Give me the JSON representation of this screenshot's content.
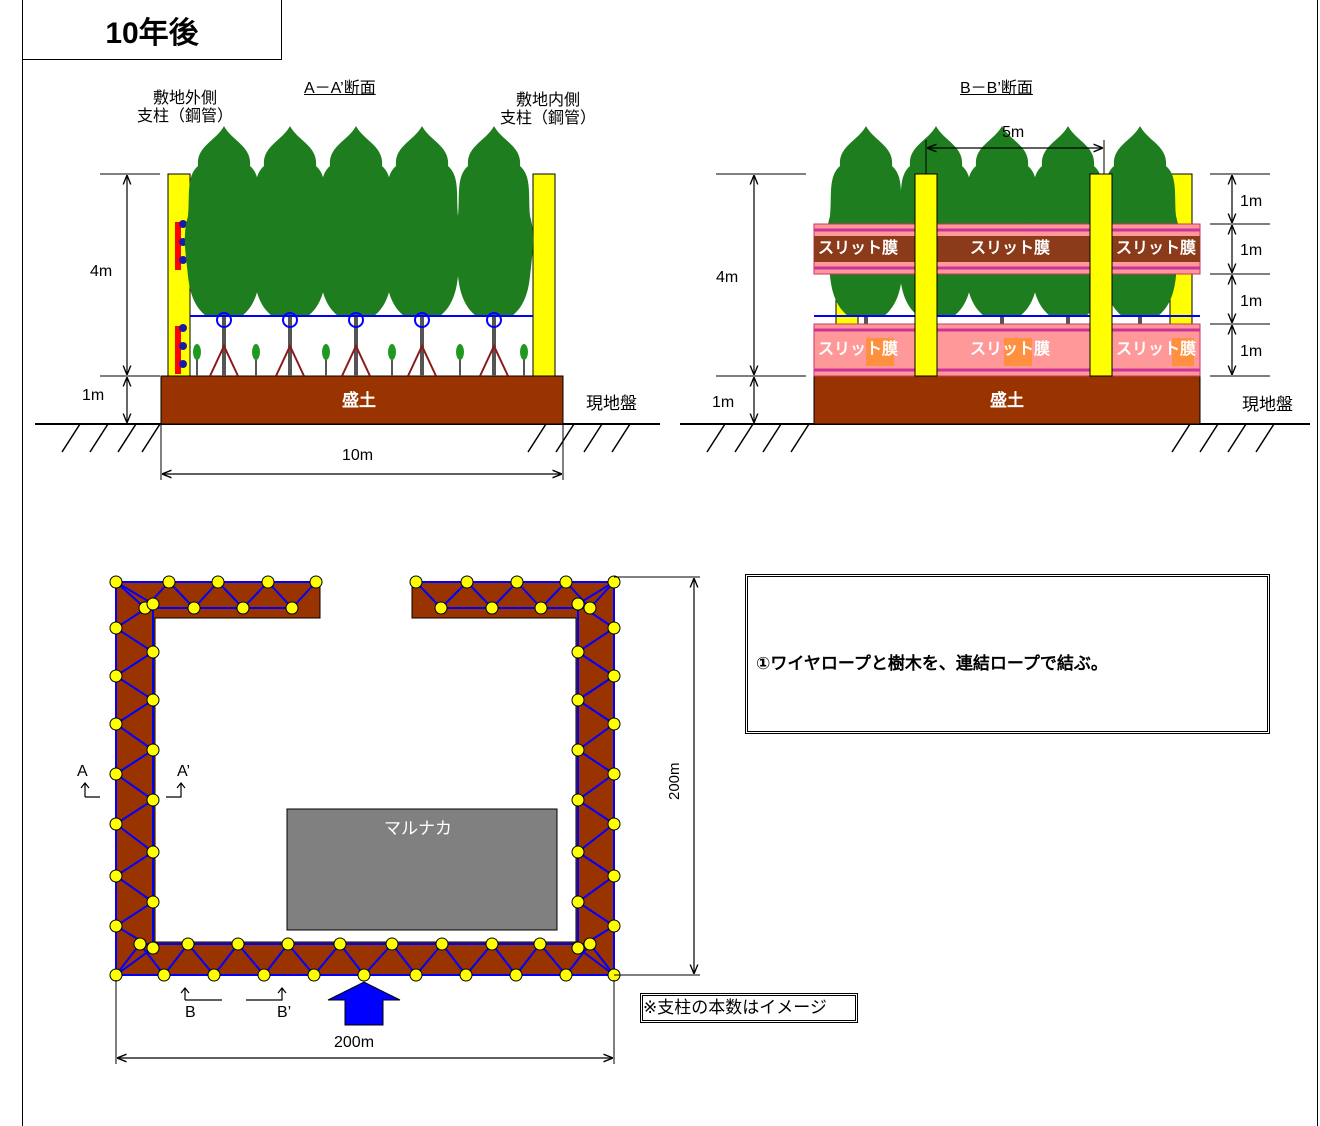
{
  "title": "10年後",
  "section_aa": {
    "heading": "A－A’断面",
    "outer_post_label": "敷地外側\n支柱（鋼管）",
    "inner_post_label": "敷地内側\n支柱（鋼管）",
    "height_label": "4m",
    "base_height_label": "1m",
    "embankment_label": "盛土",
    "ground_label": "現地盤",
    "width_label": "10m"
  },
  "section_bb": {
    "heading": "B－B’断面",
    "spacing_label": "5m",
    "height_label": "4m",
    "base_height_label": "1m",
    "tiers": [
      "1m",
      "1m",
      "1m",
      "1m"
    ],
    "membrane_label": "スリット膜",
    "embankment_label": "盛土",
    "ground_label": "現地盤"
  },
  "plan": {
    "building_label": "マルナカ",
    "height_label": "200m",
    "width_label": "200m",
    "section_a": "A",
    "section_a_prime": "A’",
    "section_b": "B",
    "section_b_prime": "B’"
  },
  "note": "①ワイヤロープと樹木を、連結ロープで結ぶ。",
  "caption": "※支柱の本数はイメージ",
  "colors": {
    "embankment": "#993300",
    "post": "#ffff00",
    "tree": "#1e7d1e",
    "wire": "#0000ff",
    "membrane": "#ff9999",
    "building": "#808080",
    "arrow": "#0000ff"
  }
}
